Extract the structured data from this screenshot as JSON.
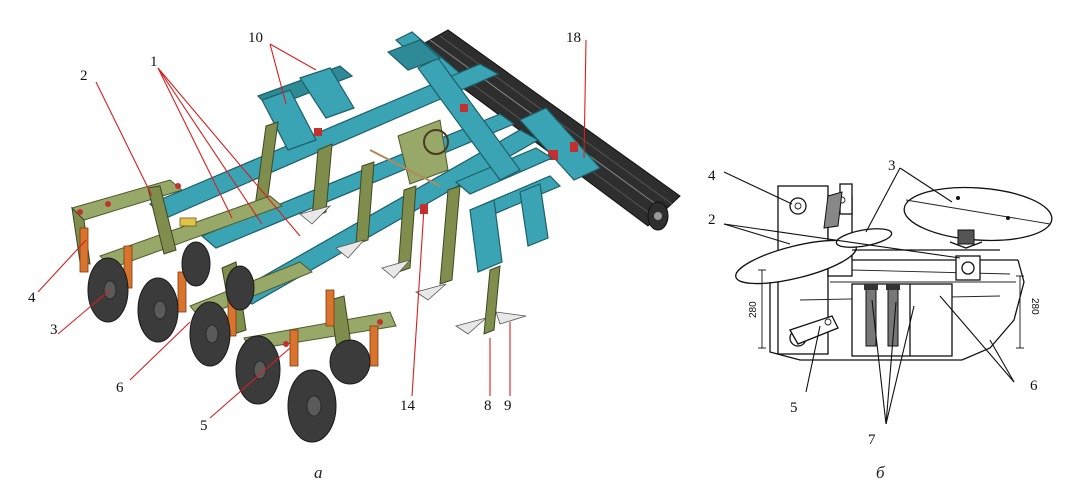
{
  "panel_a": {
    "caption": "a",
    "labels": [
      {
        "key": "1",
        "text": "1"
      },
      {
        "key": "2",
        "text": "2"
      },
      {
        "key": "3",
        "text": "3"
      },
      {
        "key": "4",
        "text": "4"
      },
      {
        "key": "5",
        "text": "5"
      },
      {
        "key": "6",
        "text": "6"
      },
      {
        "key": "8",
        "text": "8"
      },
      {
        "key": "9",
        "text": "9"
      },
      {
        "key": "10",
        "text": "10"
      },
      {
        "key": "14",
        "text": "14"
      },
      {
        "key": "18",
        "text": "18"
      }
    ]
  },
  "panel_b": {
    "caption": "б",
    "labels": [
      {
        "key": "2",
        "text": "2"
      },
      {
        "key": "3",
        "text": "3"
      },
      {
        "key": "4",
        "text": "4"
      },
      {
        "key": "5",
        "text": "5"
      },
      {
        "key": "6",
        "text": "6"
      },
      {
        "key": "7",
        "text": "7"
      }
    ],
    "dimensions": {
      "left": "280",
      "right": "280"
    }
  },
  "colors": {
    "frame": "#3aa4b4",
    "disc_frame": "#7f8e4c",
    "discs": "#3b3b3b",
    "stands": "#d8742e",
    "leaders_a": "#d42020"
  }
}
